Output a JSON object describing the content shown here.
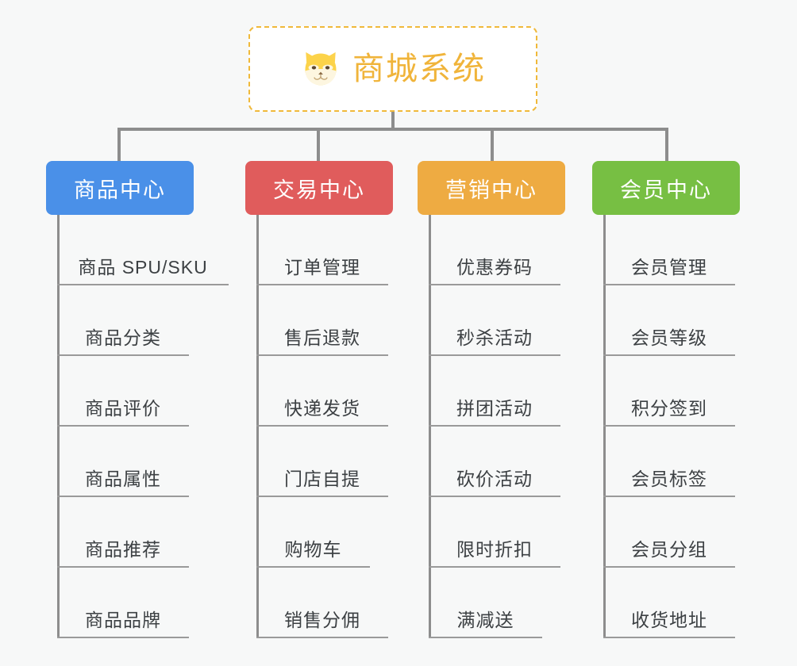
{
  "diagram": {
    "title": "商城系统",
    "root": {
      "label": "商城系统",
      "icon": "shiba-dog-icon",
      "text_color": "#f0b43a",
      "border_color": "#f0b93a",
      "background": "#ffffff"
    },
    "background_color": "#f7f8f8",
    "connector_color": "#8d8d8d",
    "columns": [
      {
        "header": "商品中心",
        "color": "#4a90e8",
        "items": [
          "商品 SPU/SKU",
          "商品分类",
          "商品评价",
          "商品属性",
          "商品推荐",
          "商品品牌"
        ]
      },
      {
        "header": "交易中心",
        "color": "#e05c5c",
        "items": [
          "订单管理",
          "售后退款",
          "快递发货",
          "门店自提",
          "购物车",
          "销售分佣"
        ]
      },
      {
        "header": "营销中心",
        "color": "#eeab42",
        "items": [
          "优惠券码",
          "秒杀活动",
          "拼团活动",
          "砍价活动",
          "限时折扣",
          "满减送"
        ]
      },
      {
        "header": "会员中心",
        "color": "#77bf43",
        "items": [
          "会员管理",
          "会员等级",
          "积分签到",
          "会员标签",
          "会员分组",
          "收货地址"
        ]
      }
    ]
  }
}
